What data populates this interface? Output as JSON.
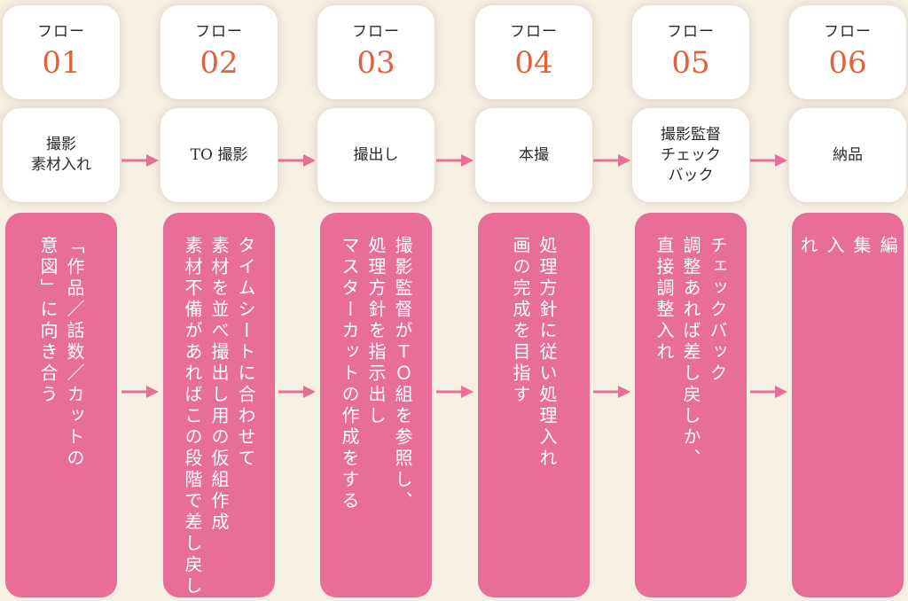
{
  "flow_label": "フロー",
  "steps": [
    {
      "num": "01",
      "title": "撮影\n素材入れ",
      "desc": "「作品／話数／カットの\n意図」に向き合う"
    },
    {
      "num": "02",
      "title": "TO 撮影",
      "desc": "タイムシートに合わせて\n素材を並べ撮出し用の仮組作成\n素材不備があればこの段階で差し戻し"
    },
    {
      "num": "03",
      "title": "撮出し",
      "desc": "撮影監督がＴＯ組を参照し、\n処理方針を指示出し\nマスターカットの作成をする"
    },
    {
      "num": "04",
      "title": "本撮",
      "desc": "処理方針に従い処理入れ\n画の完成を目指す"
    },
    {
      "num": "05",
      "title": "撮影監督\nチェック\nバック",
      "desc": "チェックバック\n調整あれば差し戻しか、\n直接調整入れ"
    },
    {
      "num": "06",
      "title": "納品",
      "desc": "編\n集\n入\nれ"
    }
  ],
  "colors": {
    "background": "#f5efe4",
    "accent_number": "#e0613a",
    "pink": "#e86d98",
    "arrow": "#e86d98"
  }
}
